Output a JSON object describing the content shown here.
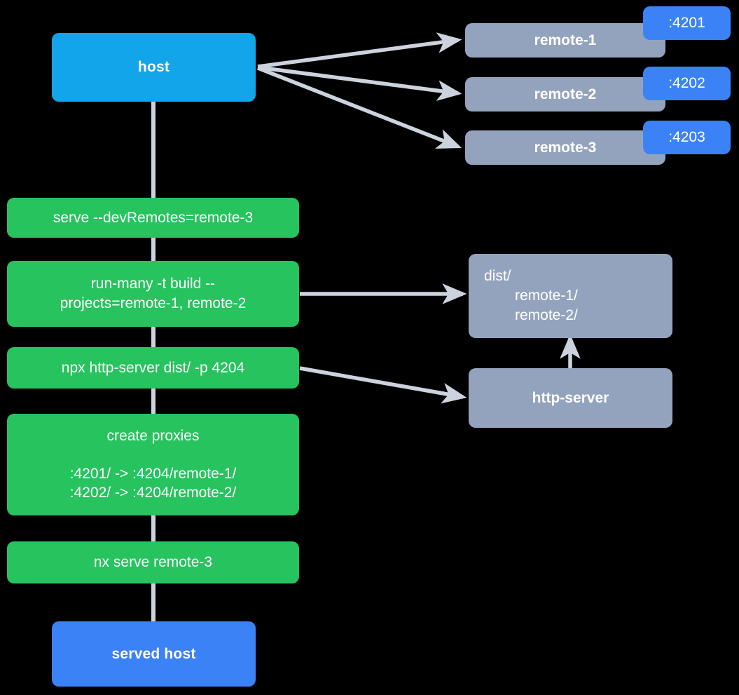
{
  "diagram": {
    "title": "Nx module federation host and remotes serve flow",
    "background_color": "#000000",
    "edge_color": "#ccd3de",
    "colors": {
      "host": "#12a5e9",
      "served_host": "#3b82f6",
      "command": "#27c35e",
      "remote": "#94a3bd",
      "port_badge": "#3b82f6",
      "text": "#ffffff"
    }
  },
  "nodes": {
    "host": {
      "label": "host"
    },
    "served_host": {
      "label": "served host"
    },
    "remotes": [
      {
        "label": "remote-1",
        "port": ":4201"
      },
      {
        "label": "remote-2",
        "port": ":4202"
      },
      {
        "label": "remote-3",
        "port": ":4203"
      }
    ],
    "commands": [
      {
        "label": "serve --devRemotes=remote-3"
      },
      {
        "label": "run-many -t build --\nprojects=remote-1, remote-2"
      },
      {
        "label": "npx http-server dist/ -p 4204"
      },
      {
        "title": "create proxies",
        "detail": ":4201/ -> :4204/remote-1/\n:4202/ -> :4204/remote-2/"
      },
      {
        "label": "nx serve remote-3"
      }
    ],
    "dist": {
      "root": "dist/",
      "children": [
        "remote-1/",
        "remote-2/"
      ]
    },
    "http_server": {
      "label": "http-server"
    }
  }
}
